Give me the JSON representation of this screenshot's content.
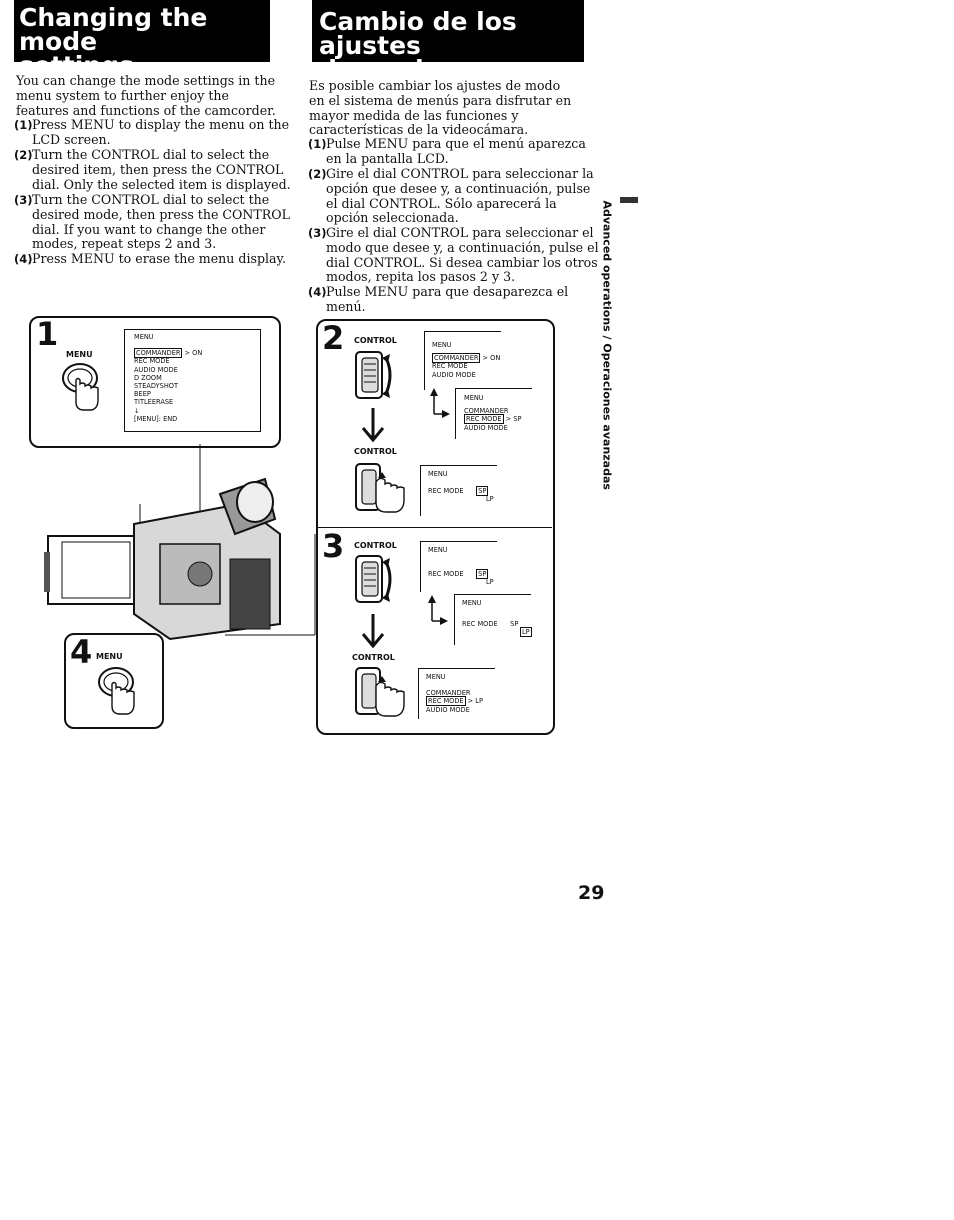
{
  "header": {
    "en_title_line1": "Changing the mode",
    "en_title_line2": "settings",
    "es_title_line1": "Cambio de los ajustes",
    "es_title_line2": "de modo"
  },
  "english": {
    "intro": "You can change the mode settings in the menu system to further enjoy the features and functions of the camcorder.",
    "steps": [
      {
        "num": "(1)",
        "text": "Press MENU to display the menu on the LCD screen."
      },
      {
        "num": "(2)",
        "text": "Turn the CONTROL dial to select the desired item, then press the CONTROL dial.  Only the selected item is displayed."
      },
      {
        "num": "(3)",
        "text": "Turn the CONTROL dial to select the desired mode, then press the CONTROL dial.  If you want to change the other modes, repeat steps 2 and 3."
      },
      {
        "num": "(4)",
        "text": "Press MENU to erase the menu display."
      }
    ]
  },
  "spanish": {
    "intro": "Es posible cambiar los ajustes de modo en el sistema de menús para disfrutar en mayor medida de las funciones y características de la videocámara.",
    "steps": [
      {
        "num": "(1)",
        "text": "Pulse MENU para que el menú aparezca en la pantalla LCD."
      },
      {
        "num": "(2)",
        "text": "Gire el dial CONTROL para seleccionar la opción que desee y, a continuación, pulse el dial CONTROL. Sólo aparecerá la opción seleccionada."
      },
      {
        "num": "(3)",
        "text": "Gire el dial CONTROL para seleccionar el modo que desee y, a continuación, pulse el dial CONTROL. Si desea cambiar los otros modos, repita los pasos 2 y 3."
      },
      {
        "num": "(4)",
        "text": "Pulse MENU para que desaparezca el menú."
      }
    ]
  },
  "sidebar_text": "Advanced operations / Operaciones avanzadas",
  "page_number": "29",
  "figure": {
    "step1": {
      "num": "1",
      "button_label": "MENU",
      "menu_title": "MENU",
      "items": [
        "COMMANDER",
        "REC MODE",
        "AUDIO MODE",
        "D ZOOM",
        "STEADYSHOT",
        "BEEP",
        "TITLEERASE"
      ],
      "commander_value": "ON",
      "end_label": "[MENU]: END"
    },
    "step2": {
      "num": "2",
      "control_top": "CONTROL",
      "control_bottom": "CONTROL",
      "screen_a": {
        "title": "MENU",
        "items": [
          "COMMANDER",
          "REC MODE",
          "AUDIO MODE"
        ],
        "value": "ON"
      },
      "screen_b": {
        "title": "MENU",
        "items": [
          "COMMANDER",
          "REC MODE",
          "AUDIO MODE"
        ],
        "value": "SP"
      },
      "screen_c": {
        "title": "MENU",
        "item": "REC MODE",
        "opt1": "SP",
        "opt2": "LP"
      }
    },
    "step3": {
      "num": "3",
      "control_top": "CONTROL",
      "control_bottom": "CONTROL",
      "screen_a": {
        "title": "MENU",
        "item": "REC MODE",
        "opt1": "SP",
        "opt2": "LP"
      },
      "screen_b": {
        "title": "MENU",
        "item": "REC MODE",
        "opt1": "SP",
        "opt2": "LP"
      },
      "screen_c": {
        "title": "MENU",
        "items": [
          "COMMANDER",
          "REC MODE",
          "AUDIO MODE"
        ],
        "value": "LP"
      }
    },
    "step4": {
      "num": "4",
      "button_label": "MENU"
    }
  }
}
